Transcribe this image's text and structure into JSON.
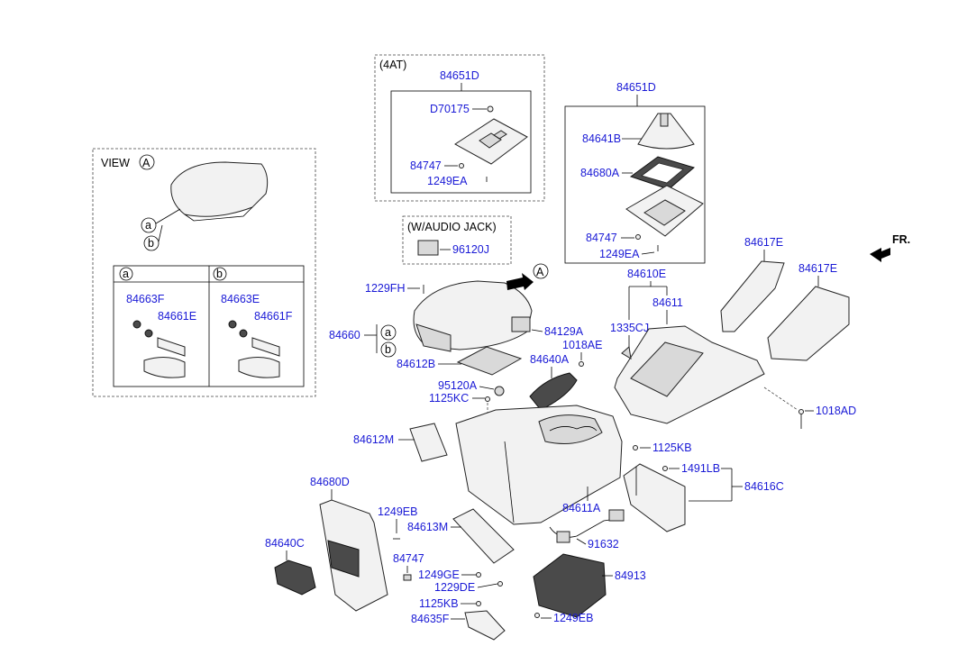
{
  "colors": {
    "part_number": "#1a1ad6",
    "text": "#000000",
    "line": "#000000"
  },
  "boxes": {
    "four_at": {
      "title": "(4AT)"
    },
    "audio_jack": {
      "title": "(W/AUDIO JACK)"
    },
    "view": {
      "title": "VIEW",
      "title_letter": "A",
      "col_a": "a",
      "col_b": "b",
      "callout_a": "a",
      "callout_b": "b"
    }
  },
  "arrow_labels": {
    "view_a": "A",
    "front": "FR."
  },
  "callouts": {
    "a": "a",
    "b": "b"
  },
  "parts": {
    "p84651D_top": "84651D",
    "p84651D_right": "84651D",
    "pD70175": "D70175",
    "p84747_4at": "84747",
    "p1249EA_4at": "1249EA",
    "p84641B": "84641B",
    "p84680A": "84680A",
    "p84747_r": "84747",
    "p1249EA_r": "1249EA",
    "p96120J": "96120J",
    "p84663F_a": "84663F",
    "p84661E_a": "84661E",
    "p84663E_b": "84663E",
    "p84661F_b": "84661F",
    "p1229FH": "1229FH",
    "p84660": "84660",
    "p84612B": "84612B",
    "p84129A": "84129A",
    "p1018AE": "1018AE",
    "p84640A": "84640A",
    "p95120A": "95120A",
    "p1125KC": "1125KC",
    "p84612M": "84612M",
    "p84617E_1": "84617E",
    "p84617E_2": "84617E",
    "p84610E": "84610E",
    "p84611": "84611",
    "p1335CJ": "1335CJ",
    "p1018AD": "1018AD",
    "p1125KB_r": "1125KB",
    "p1491LB": "1491LB",
    "p84616C": "84616C",
    "p84680D": "84680D",
    "p1249EB_l": "1249EB",
    "p84613M": "84613M",
    "p84611A": "84611A",
    "p84640C": "84640C",
    "p84747_l": "84747",
    "p1249GE": "1249GE",
    "p1229DE": "1229DE",
    "p91632": "91632",
    "p84913": "84913",
    "p1125KB_b": "1125KB",
    "p84635F": "84635F",
    "p1249EB_b": "1249EB"
  }
}
